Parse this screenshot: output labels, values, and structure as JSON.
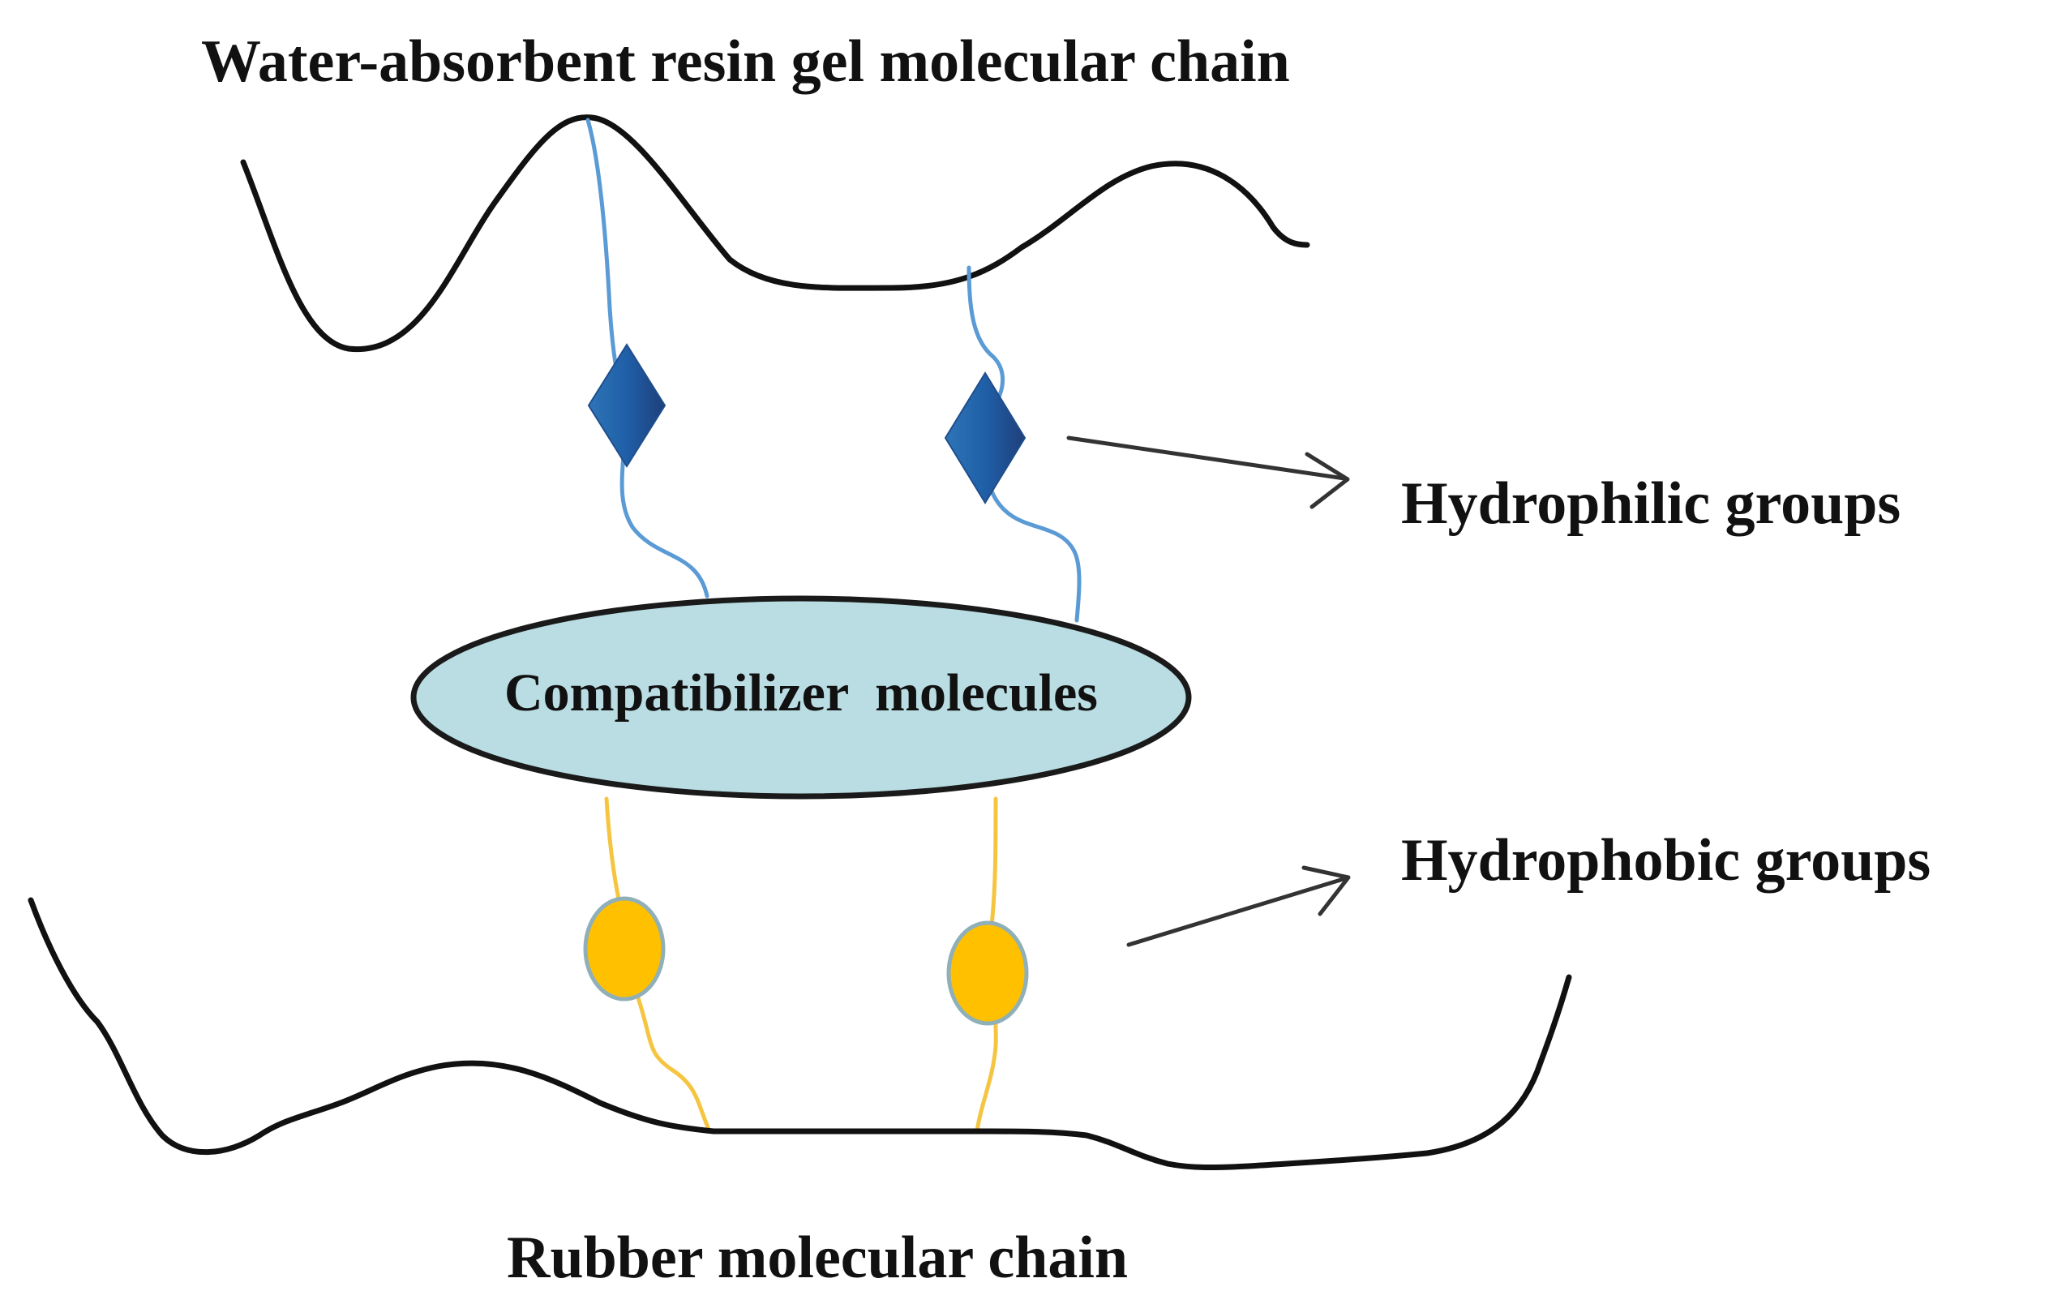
{
  "labels": {
    "top_chain": "Water-absorbent resin gel molecular chain",
    "hydrophilic": "Hydrophilic groups",
    "compatibilizer": "Compatibilizer  molecules",
    "hydrophobic": "Hydrophobic groups",
    "bottom_chain": "Rubber molecular chain"
  },
  "colors": {
    "chain": "#111111",
    "hydrophilic_link": "#5b9bd5",
    "hydrophilic_group_light": "#2e75b6",
    "hydrophilic_group_dark": "#1f3f7a",
    "hydrophobic_link": "#f5c542",
    "hydrophobic_group": "#ffc000",
    "hydrophobic_group_outline": "#8fb0b8",
    "compatibilizer_fill": "#b9dde3",
    "compatibilizer_outline": "#1a1a1a",
    "arrow": "#333333"
  }
}
